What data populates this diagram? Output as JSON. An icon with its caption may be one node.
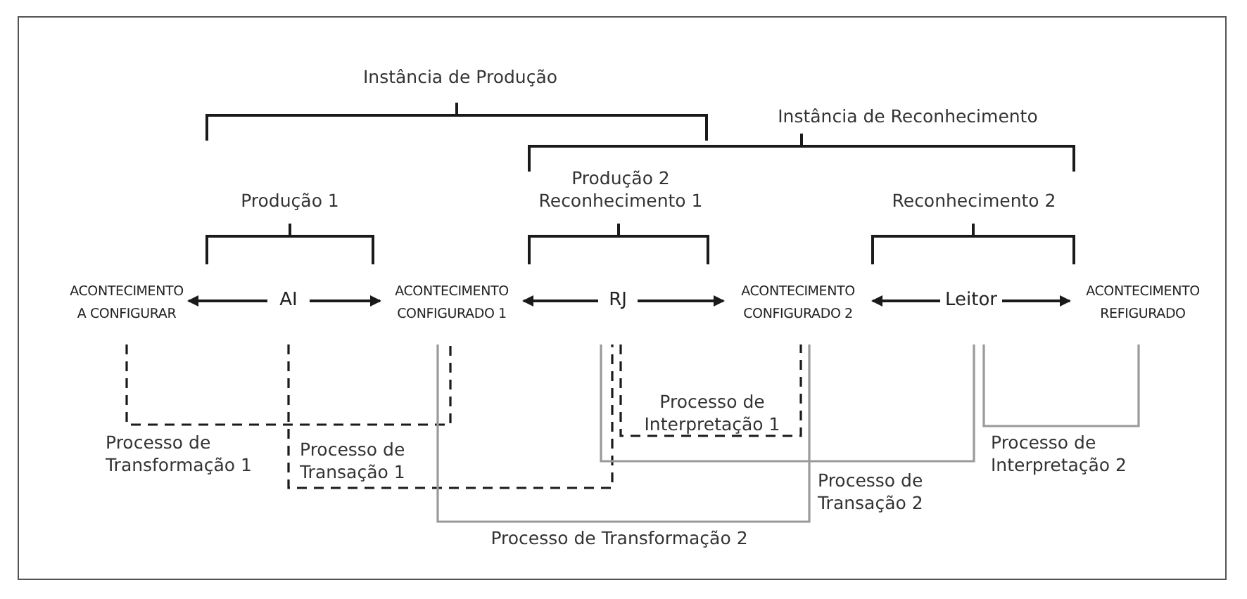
{
  "diagram": {
    "nodes": [
      {
        "text": [
          "ACONTECIMENTO A CONFIGURAR"
        ]
      },
      {
        "text": [
          "AI"
        ]
      },
      {
        "text": [
          "ACONTECIMENTO CONFIGURADO 1"
        ]
      },
      {
        "text": [
          "RJ"
        ]
      },
      {
        "text": [
          "ACONTECIMENTO CONFIGURADO 2"
        ]
      },
      {
        "text": [
          "Leitor"
        ]
      },
      {
        "text": [
          "ACONTECIMENTO REFIGURADO"
        ]
      }
    ],
    "edges": [
      {
        "from": 1,
        "to": 0,
        "arrow": "to"
      },
      {
        "from": 1,
        "to": 2,
        "arrow": "to"
      },
      {
        "from": 3,
        "to": 2,
        "arrow": "to"
      },
      {
        "from": 3,
        "to": 4,
        "arrow": "to"
      },
      {
        "from": 5,
        "to": 4,
        "arrow": "to"
      },
      {
        "from": 5,
        "to": 6,
        "arrow": "to"
      },
      {
        "from": 0,
        "to": 2,
        "arrow": "none",
        "style": "dashed",
        "label": "Processo de Transformação 1"
      },
      {
        "from": 1,
        "to": 3,
        "arrow": "none",
        "style": "dashed",
        "label": "Processo de Transação 1"
      },
      {
        "from": 3,
        "to": 4,
        "arrow": "none",
        "style": "dashed",
        "label": "Processo de Interpretação 1"
      },
      {
        "from": 2,
        "to": 4,
        "arrow": "none",
        "color": "#9a9a9a",
        "label": "Processo de Transformação 2"
      },
      {
        "from": 3,
        "to": 5,
        "arrow": "none",
        "color": "#9a9a9a",
        "label": "Processo de Transação 2"
      },
      {
        "from": 5,
        "to": 6,
        "arrow": "none",
        "color": "#9a9a9a",
        "label": "Processo de Interpretação 2"
      }
    ],
    "labels": [
      "Instância de Produção",
      "Instância de Reconhecimento",
      "Produção 1",
      "Produção 2 Reconhecimento 1",
      "Reconhecimento 2"
    ]
  }
}
